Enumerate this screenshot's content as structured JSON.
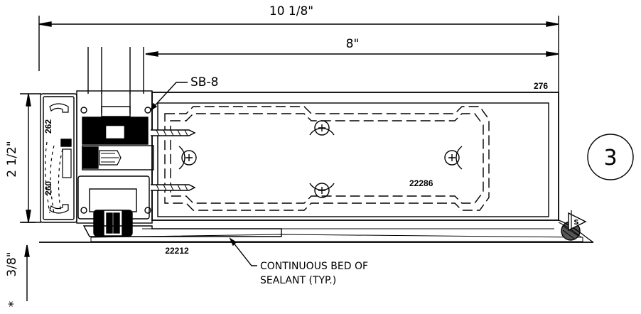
{
  "dimensions": {
    "overall_width": "10 1/8\"",
    "frame_width": "8\"",
    "height": "2 1/2\"",
    "sill_offset": "3/8\"",
    "sill_offset_marker": "*"
  },
  "callouts": {
    "sb8": "SB-8",
    "note_line1": "CONTINUOUS BED OF",
    "note_line2": "SEALANT (TYP.)"
  },
  "part_numbers": {
    "p276": "276",
    "p262": "262",
    "p260": "260",
    "p22286": "22286",
    "p22212": "22212"
  },
  "detail_number": "3",
  "sealant_symbol": "S"
}
